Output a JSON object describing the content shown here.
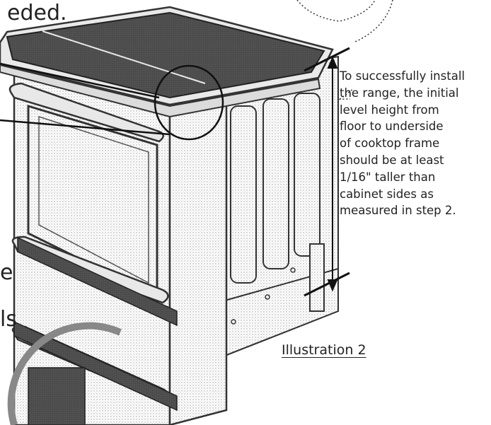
{
  "fragments": {
    "top": "eded.",
    "middle_1": "e",
    "middle_2": "ls"
  },
  "callout": {
    "lines": [
      "To successfully install",
      "the range, the initial",
      "level height from",
      "floor to underside",
      "of cooktop frame",
      "should be at least",
      "1/16\" taller than",
      "cabinet sides as",
      "measured in step 2."
    ]
  },
  "caption": "Illustration 2"
}
